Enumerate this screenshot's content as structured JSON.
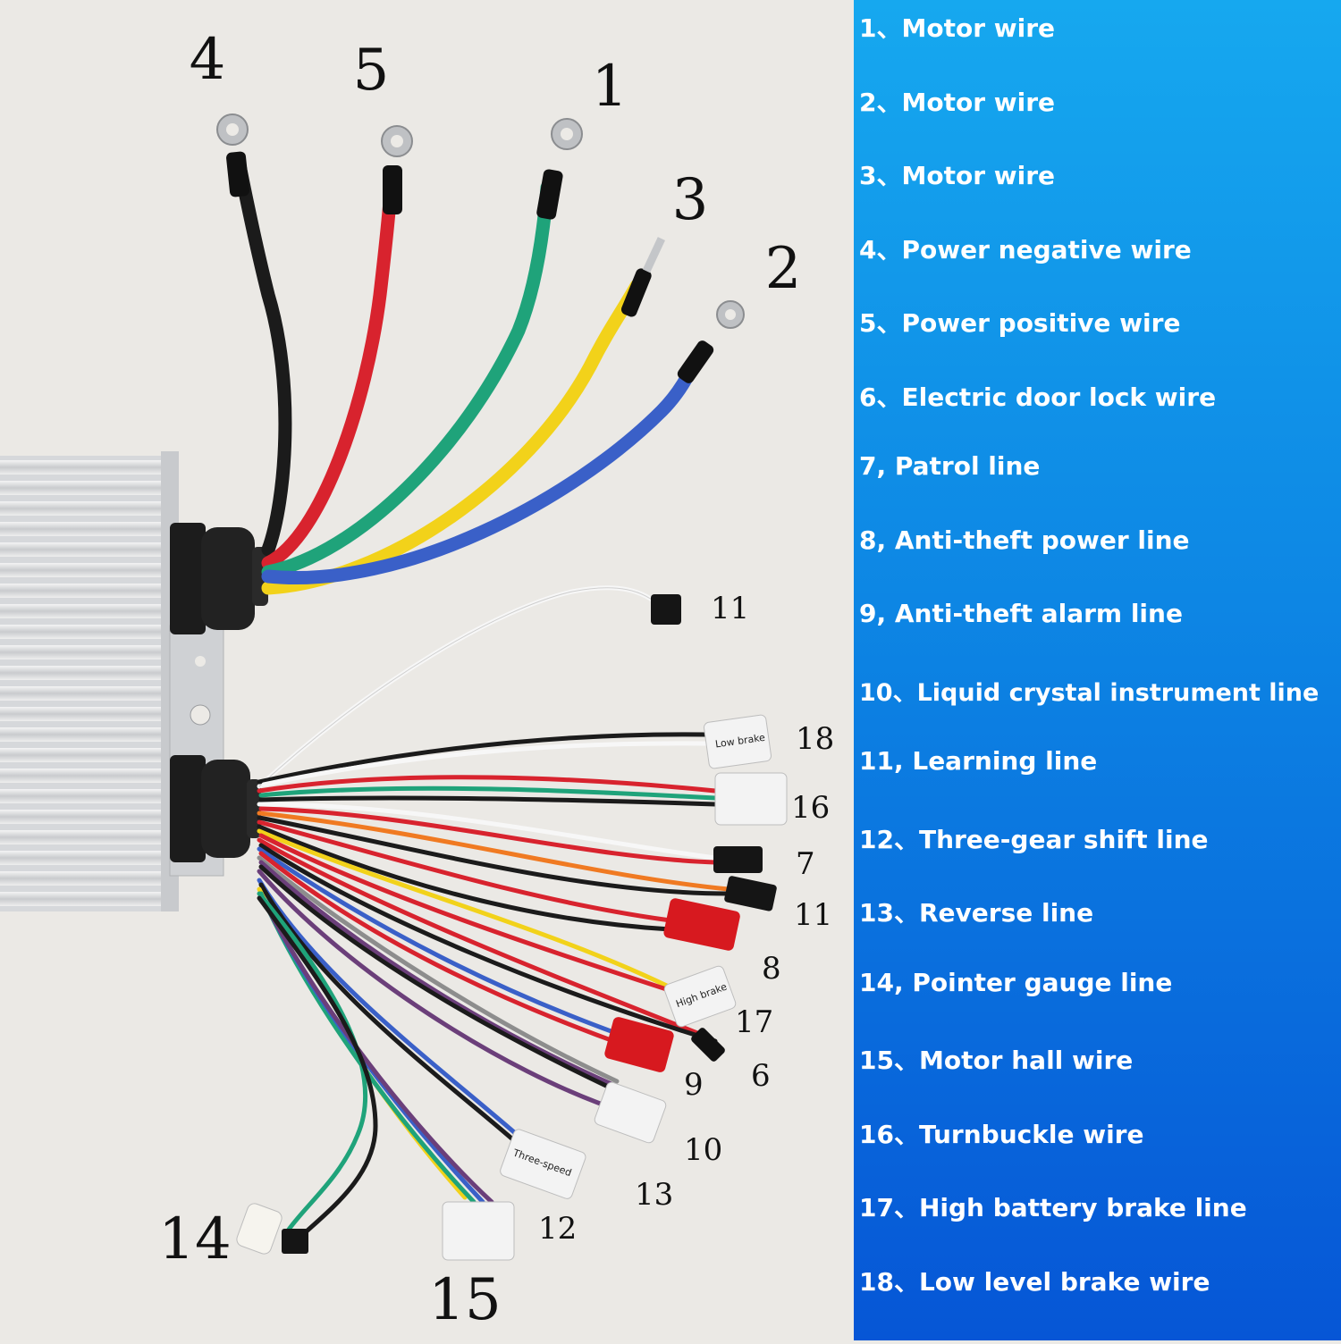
{
  "legend": [
    {
      "text": "1、Motor wire"
    },
    {
      "text": "2、Motor wire"
    },
    {
      "text": "3、Motor wire"
    },
    {
      "text": "4、Power negative wire"
    },
    {
      "text": "5、Power positive wire"
    },
    {
      "text": "6、Electric door lock wire"
    },
    {
      "text": "7, Patrol line"
    },
    {
      "text": "8, Anti-theft power line"
    },
    {
      "text": "9, Anti-theft alarm line"
    },
    {
      "text": "10、Liquid crystal instrument line"
    },
    {
      "text": "11, Learning line"
    },
    {
      "text": "12、Three-gear shift line"
    },
    {
      "text": "13、Reverse line"
    },
    {
      "text": "14, Pointer gauge line"
    },
    {
      "text": "15、Motor hall wire"
    },
    {
      "text": "16、Turnbuckle wire"
    },
    {
      "text": "17、High battery brake line"
    },
    {
      "text": "18、Low level brake wire"
    }
  ],
  "callouts": {
    "c1": "1",
    "c2": "2",
    "c3": "3",
    "c4": "4",
    "c5": "5",
    "c6": "6",
    "c7": "7",
    "c8": "8",
    "c9": "9",
    "c10": "10",
    "c11a": "11",
    "c11b": "11",
    "c12": "12",
    "c13": "13",
    "c14": "14",
    "c15": "15",
    "c16": "16",
    "c17": "17",
    "c18": "18"
  },
  "connector_labels": {
    "low_brake": "Low brake",
    "high_brake": "High brake",
    "three_speed": "Three-speed"
  },
  "wire_colors": {
    "black": "#1b1b1b",
    "red": "#d8232e",
    "green": "#1fa37a",
    "yellow": "#f2d21a",
    "blue": "#3a60c8",
    "white": "#f7f7f7",
    "orange": "#f07a22",
    "gray": "#8d8d8d",
    "purple": "#6b3f7a"
  }
}
